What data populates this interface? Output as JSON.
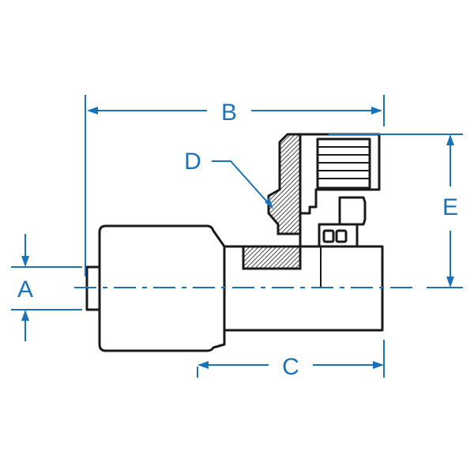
{
  "diagram": {
    "labels": {
      "a": "A",
      "b": "B",
      "c": "C",
      "d": "D",
      "e": "E"
    },
    "colors": {
      "dimension": "#1a73b8",
      "part_outline": "#1a1a1a",
      "hatch": "#1a1a1a",
      "background": "#ffffff"
    }
  }
}
